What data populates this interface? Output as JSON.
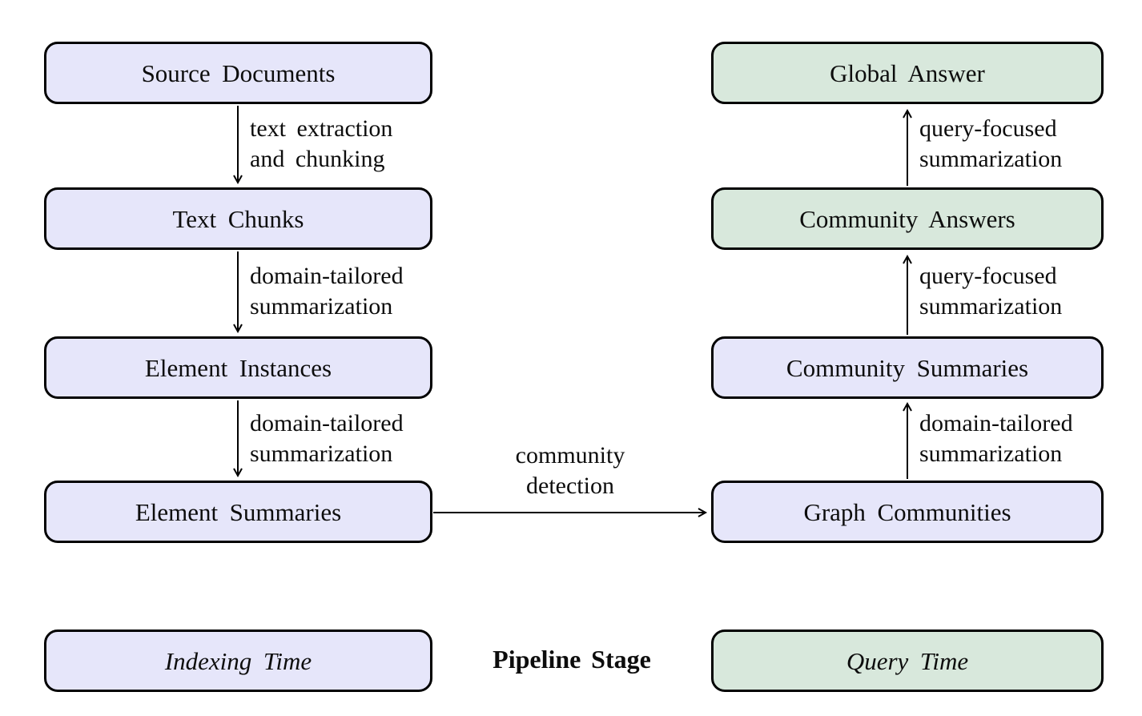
{
  "nodes": {
    "source_documents": {
      "label": "Source Documents",
      "stage": "indexing"
    },
    "text_chunks": {
      "label": "Text Chunks",
      "stage": "indexing"
    },
    "element_instances": {
      "label": "Element Instances",
      "stage": "indexing"
    },
    "element_summaries": {
      "label": "Element Summaries",
      "stage": "indexing"
    },
    "graph_communities": {
      "label": "Graph Communities",
      "stage": "indexing"
    },
    "community_summaries": {
      "label": "Community Summaries",
      "stage": "indexing"
    },
    "community_answers": {
      "label": "Community Answers",
      "stage": "query"
    },
    "global_answer": {
      "label": "Global Answer",
      "stage": "query"
    }
  },
  "edges": {
    "text_extraction": {
      "line1": "text extraction",
      "line2": "and chunking"
    },
    "domain_tailored_1": {
      "line1": "domain-tailored",
      "line2": "summarization"
    },
    "domain_tailored_2": {
      "line1": "domain-tailored",
      "line2": "summarization"
    },
    "community_detection": {
      "line1": "community",
      "line2": "detection"
    },
    "domain_tailored_3": {
      "line1": "domain-tailored",
      "line2": "summarization"
    },
    "query_focused_1": {
      "line1": "query-focused",
      "line2": "summarization"
    },
    "query_focused_2": {
      "line1": "query-focused",
      "line2": "summarization"
    }
  },
  "legend": {
    "indexing_time": "Indexing Time",
    "pipeline_stage": "Pipeline Stage",
    "query_time": "Query Time"
  },
  "colors": {
    "indexing_fill": "#e6e6fa",
    "query_fill": "#d8e8dc",
    "stroke": "#000000"
  }
}
